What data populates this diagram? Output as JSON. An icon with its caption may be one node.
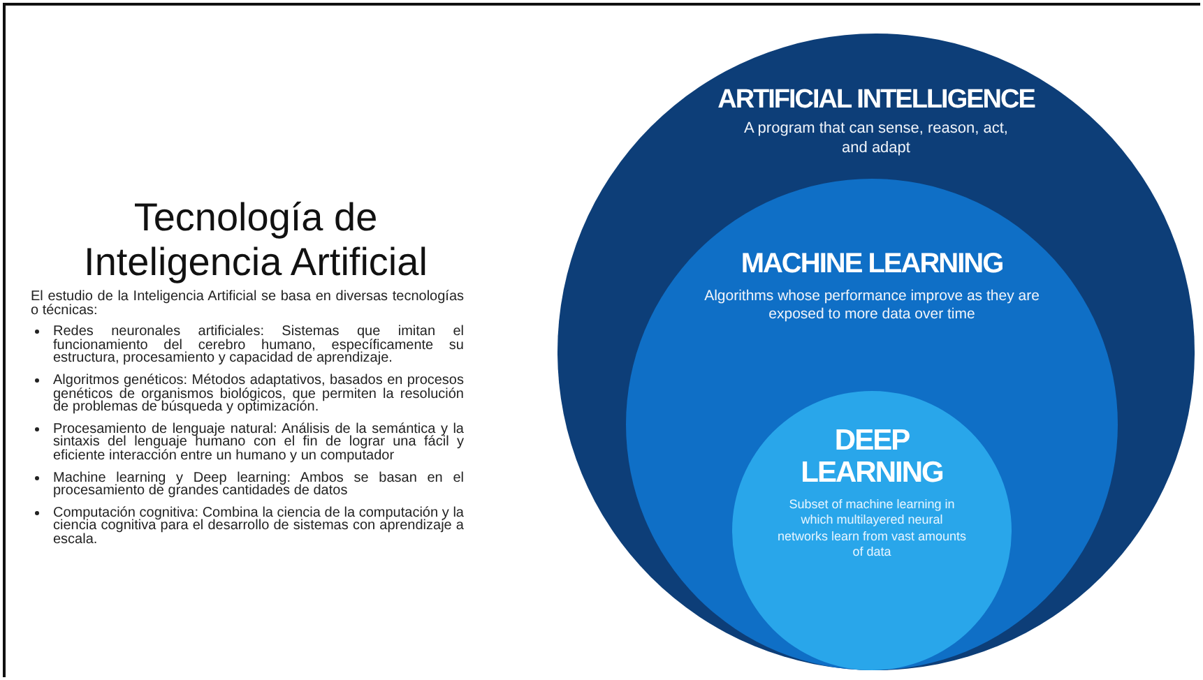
{
  "diagram": {
    "title": "Tecnología de Inteligencia Artificial",
    "nodes": [
      {
        "text": [
          "ARTIFICIAL INTELLIGENCE",
          "A program that can sense, reason, act, and adapt"
        ]
      },
      {
        "text": [
          "MACHINE LEARNING",
          "Algorithms whose performance improve as they are exposed to more data over time"
        ],
        "in": 0
      },
      {
        "text": [
          "DEEP LEARNING",
          "Subset of machine learning in which multilayered neural networks learn from vast amounts of data"
        ],
        "in": 1
      }
    ],
    "labels": [
      "El estudio de la Inteligencia Artificial se basa en diversas tecnologías o técnicas:",
      "Redes neuronales artificiales: Sistemas que imitan el funcionamiento del cerebro humano, específicamente su estructura, procesamiento y capacidad de aprendizaje.",
      "Algoritmos genéticos: Métodos adaptativos, basados en procesos genéticos de organismos biológicos, que permiten la resolución de problemas de búsqueda y optimización.",
      "Procesamiento de lenguaje natural: Análisis de la semántica y la sintaxis del lenguaje humano con el fin de lograr una fácil y eficiente interacción entre un humano y un computador",
      "Machine learning y Deep learning: Ambos se basan en el procesamiento de grandes cantidades de datos",
      "Computación cognitiva: Combina la ciencia de la computación y la ciencia cognitiva para el desarrollo de sistemas con aprendizaje a escala."
    ]
  }
}
